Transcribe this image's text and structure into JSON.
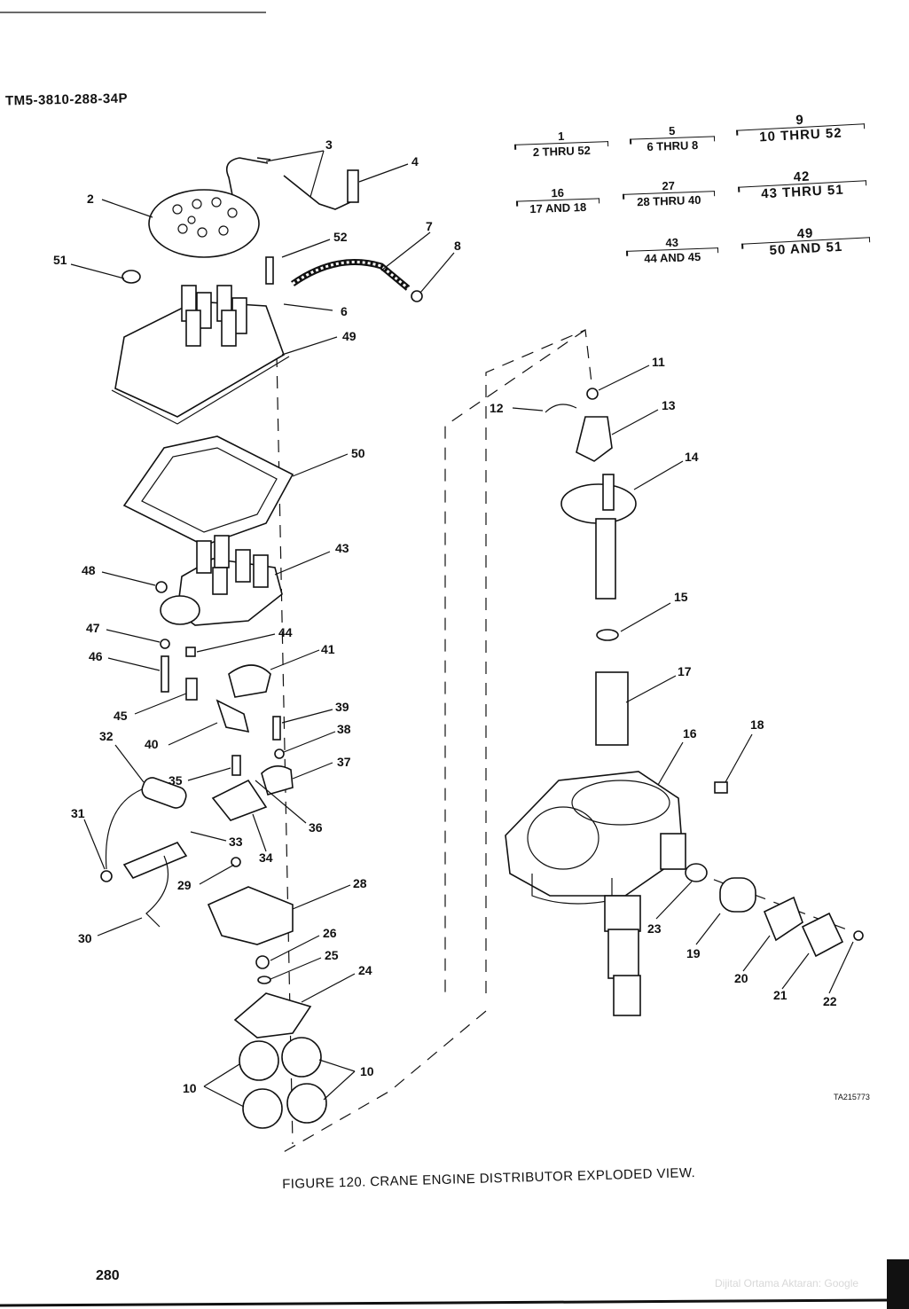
{
  "document": {
    "doc_id": "TM5-3810-288-34P",
    "page_number": "280",
    "caption": "FIGURE 120. CRANE ENGINE DISTRIBUTOR EXPLODED VIEW.",
    "art_code": "TA215773",
    "watermark": "Dijital Ortama Aktaran: Google"
  },
  "brackets": [
    {
      "top": "1",
      "bottom": "2 THRU 52"
    },
    {
      "top": "5",
      "bottom": "6 THRU 8"
    },
    {
      "top": "9",
      "bottom": "10 THRU 52"
    },
    {
      "top": "16",
      "bottom": "17 AND 18"
    },
    {
      "top": "27",
      "bottom": "28 THRU 40"
    },
    {
      "top": "42",
      "bottom": "43 THRU 51"
    },
    {
      "top": "43",
      "bottom": "44 AND 45"
    },
    {
      "top": "49",
      "bottom": "50 AND 51"
    }
  ],
  "callouts": [
    "2",
    "3",
    "4",
    "7",
    "8",
    "51",
    "52",
    "6",
    "49",
    "50",
    "43",
    "48",
    "47",
    "44",
    "46",
    "41",
    "45",
    "39",
    "40",
    "38",
    "32",
    "35",
    "37",
    "31",
    "36",
    "33",
    "34",
    "29",
    "28",
    "30",
    "26",
    "25",
    "24",
    "10",
    "10",
    "11",
    "12",
    "13",
    "14",
    "15",
    "17",
    "16",
    "18",
    "23",
    "19",
    "20",
    "21",
    "22"
  ]
}
